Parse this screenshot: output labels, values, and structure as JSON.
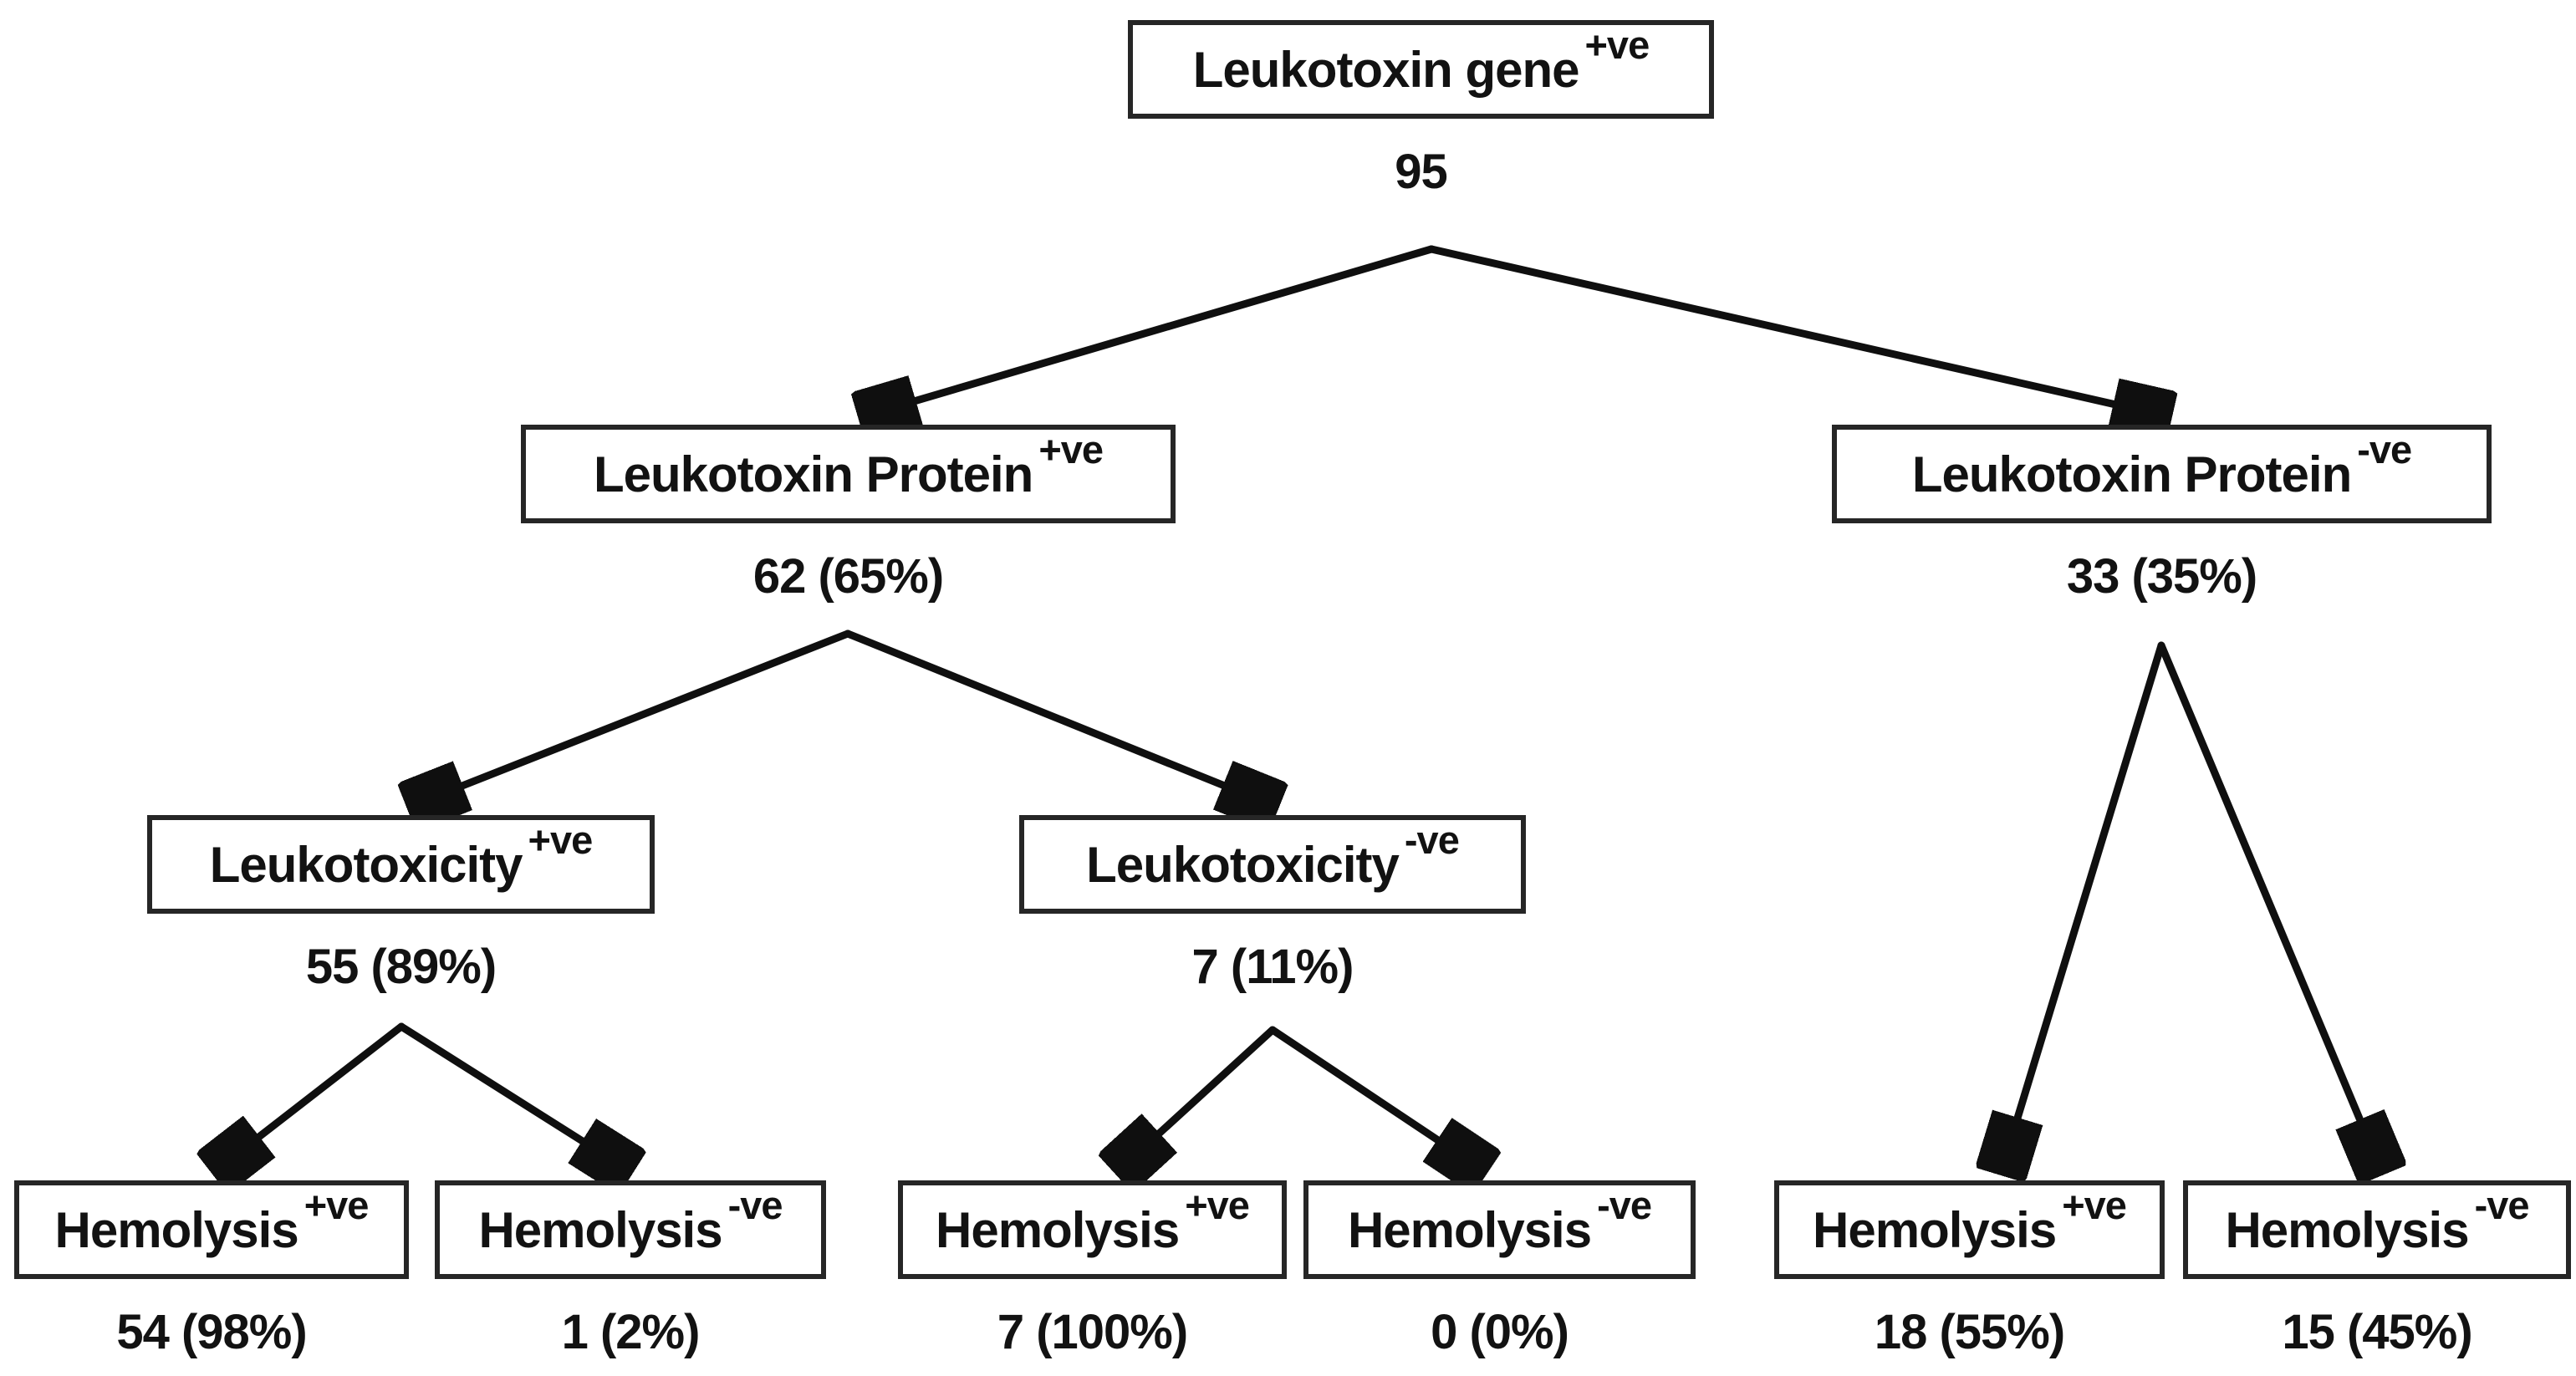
{
  "diagram": {
    "type": "flowchart-tree",
    "background_color": "#ffffff",
    "line_color": "#0f0f0f",
    "box_border_color": "#262626",
    "text_color": "#121212",
    "nodes": {
      "root": {
        "label": "Leukotoxin gene",
        "sup": "+ve",
        "count": "95"
      },
      "protein_pos": {
        "label": "Leukotoxin Protein",
        "sup": "+ve",
        "count": "62 (65%)"
      },
      "protein_neg": {
        "label": "Leukotoxin Protein",
        "sup": "-ve",
        "count": "33 (35%)"
      },
      "tox_pos": {
        "label": "Leukotoxicity",
        "sup": "+ve",
        "count": "55 (89%)"
      },
      "tox_neg": {
        "label": "Leukotoxicity",
        "sup": "-ve",
        "count": "7 (11%)"
      },
      "hem_tp_pos": {
        "label": "Hemolysis",
        "sup": "+ve",
        "count": "54 (98%)"
      },
      "hem_tp_neg": {
        "label": "Hemolysis",
        "sup": "-ve",
        "count": "1 (2%)"
      },
      "hem_tn_pos": {
        "label": "Hemolysis",
        "sup": "+ve",
        "count": "7 (100%)"
      },
      "hem_tn_neg": {
        "label": "Hemolysis",
        "sup": "-ve",
        "count": "0 (0%)"
      },
      "hem_pn_pos": {
        "label": "Hemolysis",
        "sup": "+ve",
        "count": "18 (55%)"
      },
      "hem_pn_neg": {
        "label": "Hemolysis",
        "sup": "-ve",
        "count": "15 (45%)"
      }
    },
    "edges": [
      {
        "from": "root",
        "to": "protein_pos"
      },
      {
        "from": "root",
        "to": "protein_neg"
      },
      {
        "from": "protein_pos",
        "to": "tox_pos"
      },
      {
        "from": "protein_pos",
        "to": "tox_neg"
      },
      {
        "from": "tox_pos",
        "to": "hem_tp_pos"
      },
      {
        "from": "tox_pos",
        "to": "hem_tp_neg"
      },
      {
        "from": "tox_neg",
        "to": "hem_tn_pos"
      },
      {
        "from": "tox_neg",
        "to": "hem_tn_neg"
      },
      {
        "from": "protein_neg",
        "to": "hem_pn_pos"
      },
      {
        "from": "protein_neg",
        "to": "hem_pn_neg"
      }
    ]
  }
}
